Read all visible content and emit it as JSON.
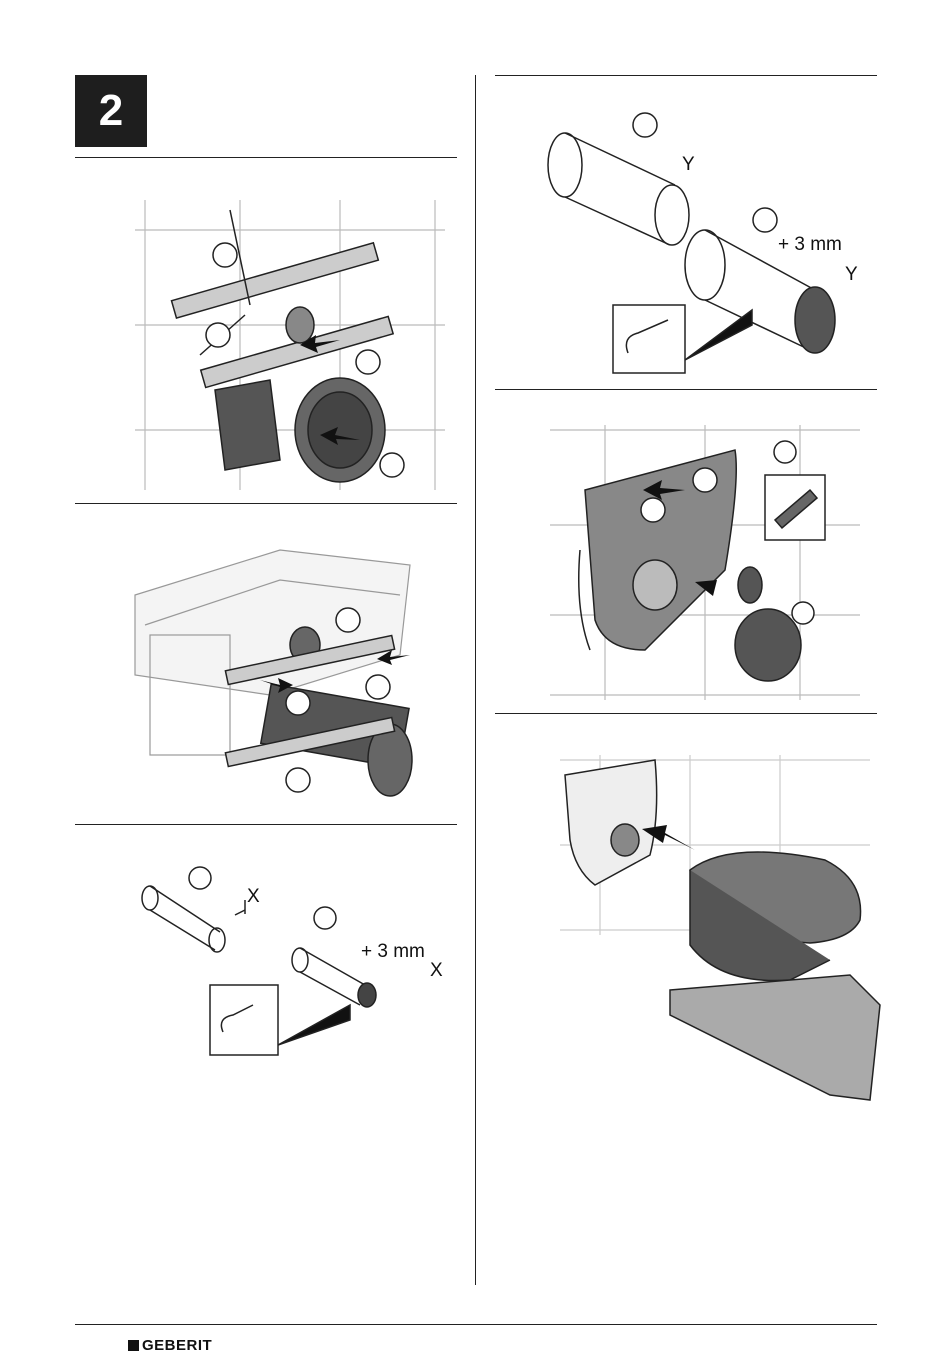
{
  "step_number": "2",
  "brand": "GEBERIT",
  "panel_pipes_y": {
    "dim": "Y",
    "offset": "+ 3 mm"
  },
  "panel_pipes_x": {
    "dim": "X",
    "offset": "+ 3 mm"
  },
  "icons": [
    "pipe-cutter-icon",
    "lubricant-tube-icon",
    "arrow-icon"
  ]
}
